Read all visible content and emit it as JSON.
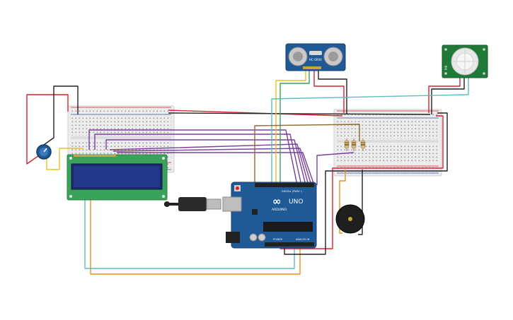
{
  "sensor_labels": {
    "ultrasonic": "HC-SR04",
    "pir": "PIR"
  },
  "arduino": {
    "logo": "∞",
    "brand": "ARDUINO",
    "model": "UNO",
    "digital_label": "DIGITAL (PWM~)",
    "power_label": "POWER",
    "analog_label": "ANALOG IN"
  },
  "colors": {
    "wire_red": "#d8232a",
    "wire_black": "#222222",
    "wire_teal": "#5bbcc4",
    "wire_orange": "#e8901e",
    "wire_purple": "#7a3e9d",
    "wire_yellow": "#e6c21c",
    "wire_brown": "#8b6b2e",
    "board_blue": "#1f5a96",
    "lcd_green": "#3aa35b",
    "lcd_screen": "#1b2a6b",
    "pir_green": "#1f7a3a"
  }
}
